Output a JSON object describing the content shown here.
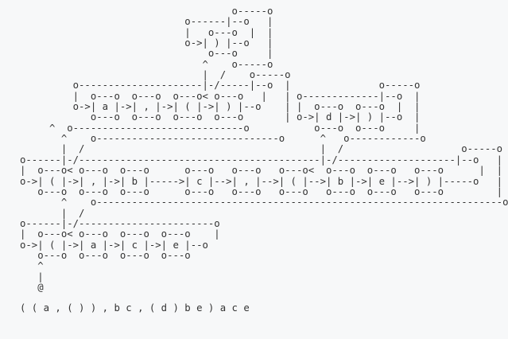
{
  "diagram": {
    "description": "ascii-railroad-diagram-of-nested-parentheses",
    "lines": [
      "                                    o-----o",
      "                            o------|--o   |",
      "                            |   o---o  |  |",
      "                            o->| ) |--o   |",
      "                                o---o     |",
      "                               ^    o-----o",
      "                               |  /    o-----o",
      "         o---------------------|-/-----|--o  |               o-----o",
      "         |  o---o  o---o  o---o< o---o   |   | o-------------|--o  |",
      "         o->| a |->| , |->| ( |->| ) |--o    | |  o---o  o---o  |  |",
      "            o---o  o---o  o---o  o---o       | o->| d |->| ) |--o  |",
      "     ^  o-----------------------------o           o---o  o---o     |",
      "       ^    o-------------------------------o      ^   o------------o",
      "       |  /                                        |  /                    o-----o",
      "o------|-/-----------------------------------------|-/--------------------|--o   |",
      "|  o---o< o---o  o---o      o---o   o---o   o---o<  o---o  o---o   o---o      |  |",
      "o->| ( |->| , |->| b |----->| c |-->| , |-->| ( |-->| b |->| e |-->| ) |-----o   |",
      "   o---o  o---o  o---o      o---o   o---o   o---o   o---o  o---o   o---o         |",
      "       ^    o---------------------------------------------------------------------o",
      "       |  /",
      "o------|-/-----------------------o",
      "|  o---o< o---o  o---o  o---o    |",
      "o->| ( |->| a |->| c |->| e |--o",
      "   o---o  o---o  o---o  o---o",
      "   ^",
      "   |",
      "   @"
    ]
  },
  "expression": {
    "text": "( ( a , ( ) ) , b c , ( d ) b e ) a c e"
  },
  "colors": {
    "background": "#f7f8f9",
    "text": "#333333"
  }
}
